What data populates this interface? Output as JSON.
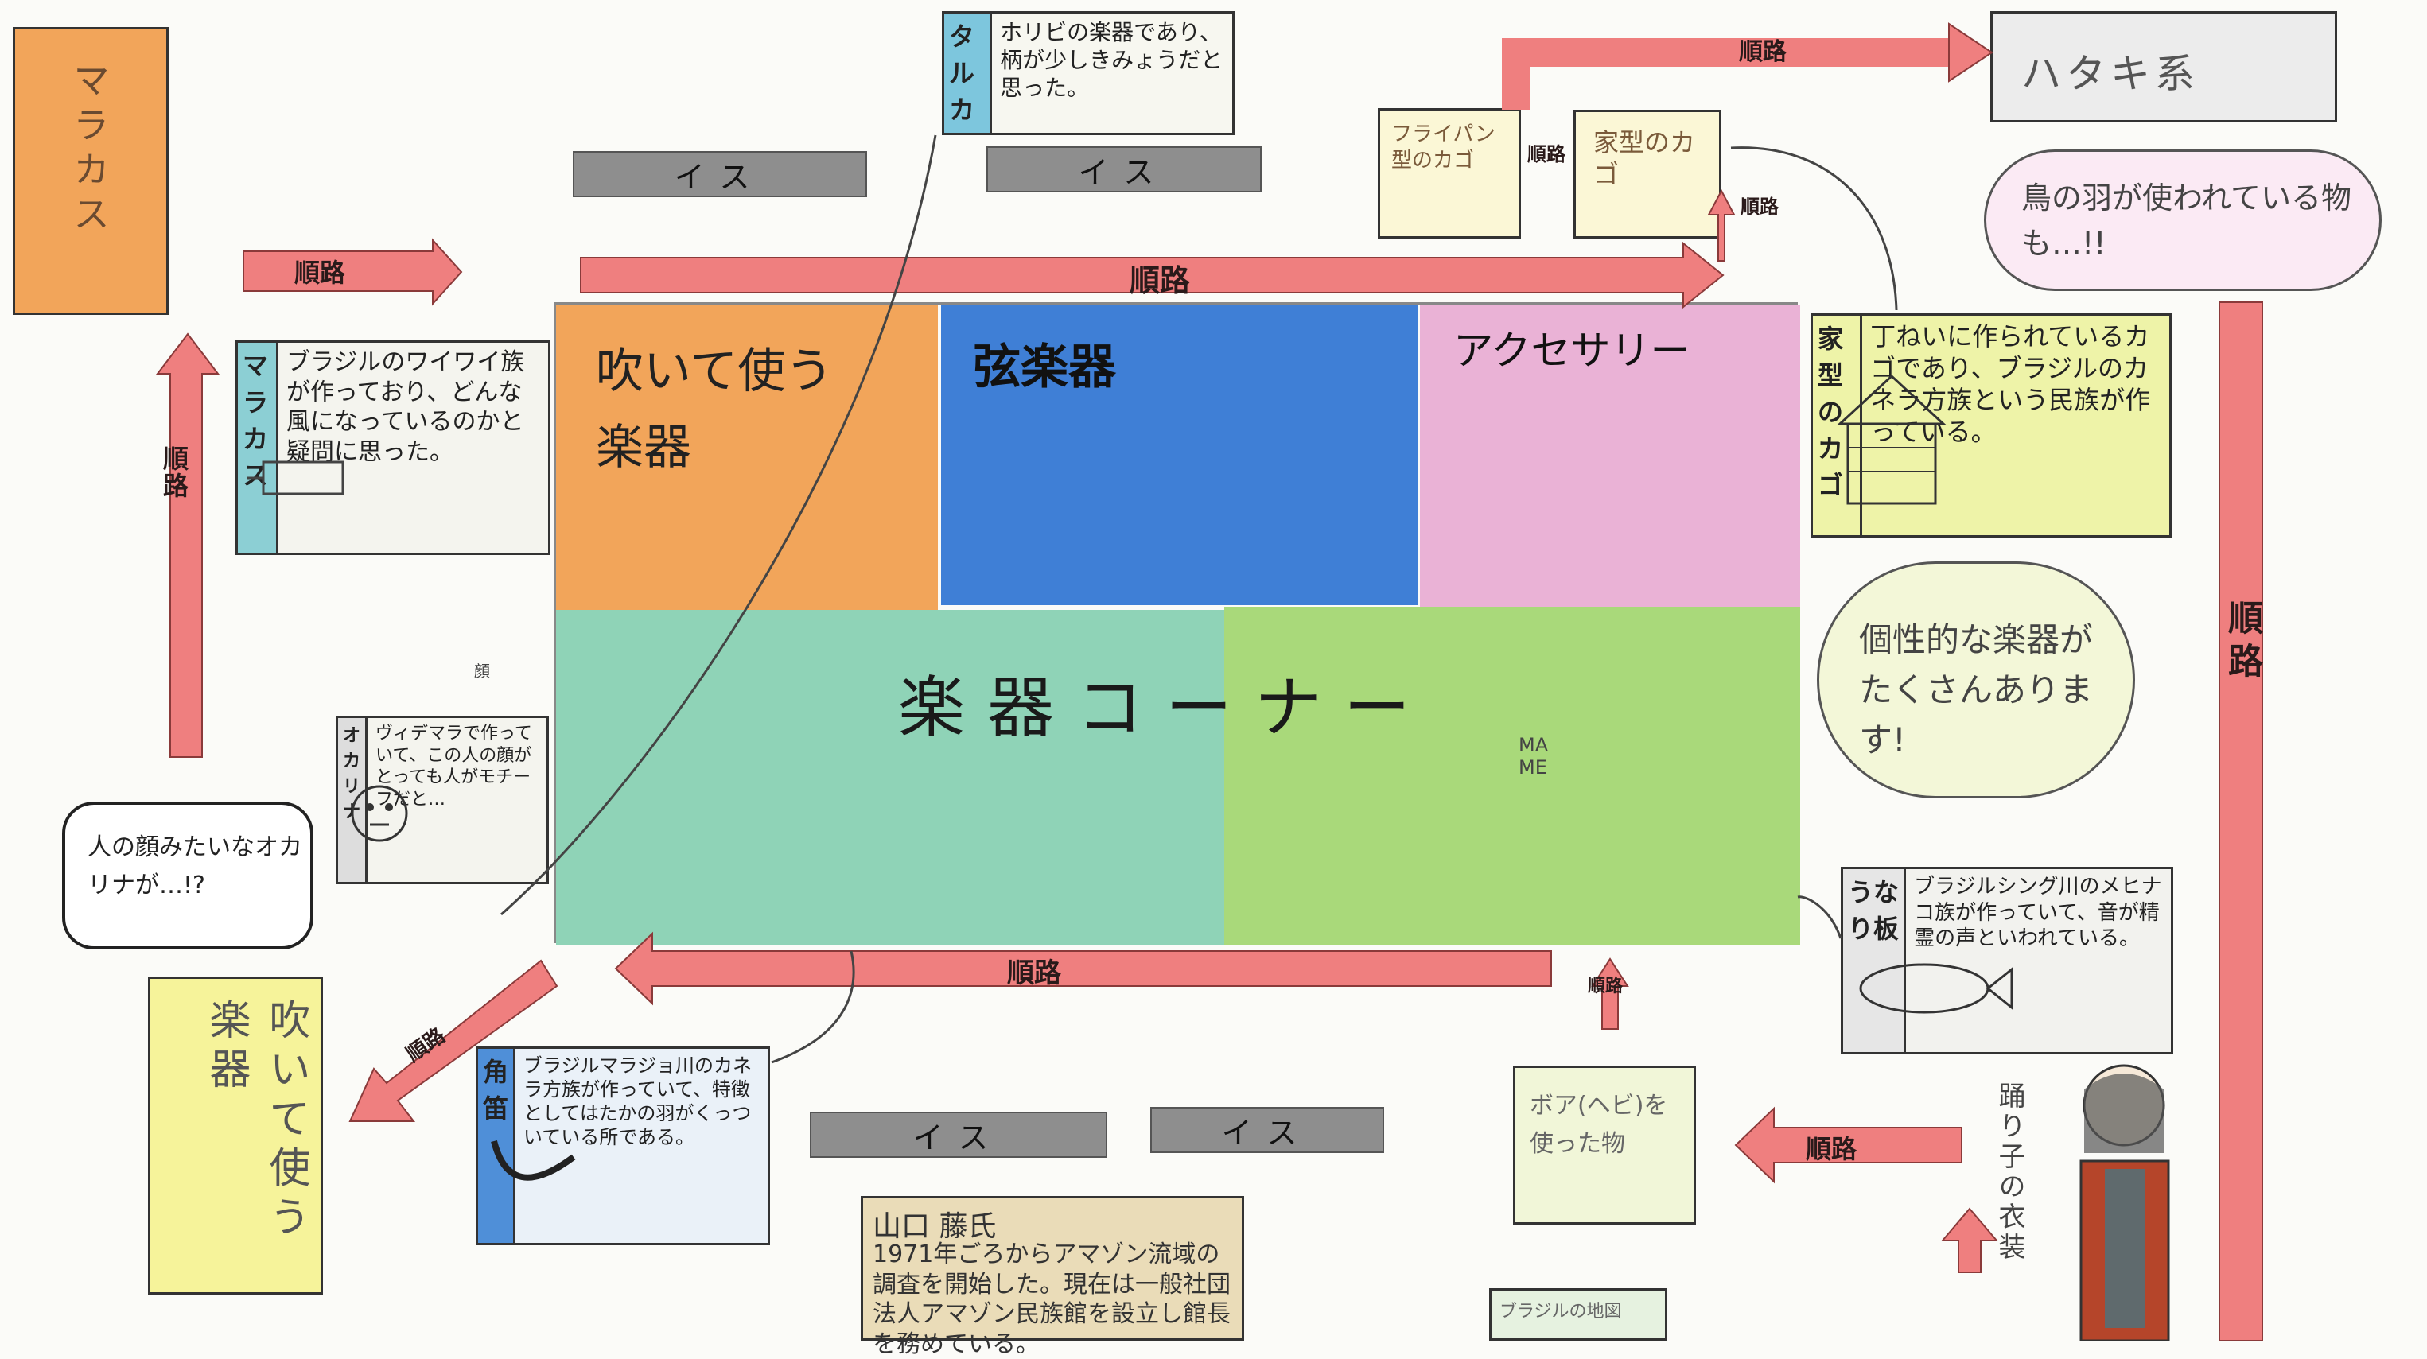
{
  "colors": {
    "orange": "#f2a55a",
    "blue": "#3f7fd6",
    "pink": "#eab2d6",
    "teal": "#8fd3b7",
    "green": "#a9d97a",
    "arrow": "#ef7f7f",
    "bench": "#8e8e8e",
    "yellow": "#f6f39a",
    "lightblue": "#7dc6dd"
  },
  "route_label": "順路",
  "route_label_short": "順",
  "top_left_box": "マラカス",
  "top_right_box": "ハタキ系",
  "top_center_panel": {
    "title": "タルカ",
    "text": "ホリビの楽器であり、柄が少しきみょうだと思った。"
  },
  "benches": {
    "top_left": "イス",
    "top_center": "イス",
    "bottom_left": "イス",
    "bottom_right": "イス"
  },
  "baskets": {
    "frypan": "フライパン型のカゴ",
    "house": "家型のカゴ"
  },
  "feather_bubble": "鳥の羽が使われている物も…!!",
  "corner": {
    "title": "楽器コーナー",
    "blow": "吹いて使う楽器",
    "string": "弦楽器",
    "accessory": "アクセサリー",
    "mame": "MA ME"
  },
  "house_basket_panel": {
    "title": "家型のカゴ",
    "text": "丁ねいに作られているカゴであり、ブラジルのカネラ方族という民族が作っている。"
  },
  "maracas_panel": {
    "title": "マラカス",
    "text": "ブラジルのワイワイ族が作っており、どんな風になっているのかと疑問に思った。"
  },
  "unique_bubble": "個性的な楽器がたくさんあります!",
  "ocarina_panel": {
    "title": "オカリナ",
    "note": "顔",
    "text": "ヴィデマラで作っていて、この人の顔がとっても人がモチーフだと…"
  },
  "face_bubble": "人の顔みたいなオカリナが…!?",
  "blow_box": "吹いて使う楽器",
  "horn_panel": {
    "title": "角笛",
    "text": "ブラジルマラジョ川のカネラ方族が作っていて、特徴としてはたかの羽がくっついている所である。"
  },
  "bullroarer_panel": {
    "title": "うなり板",
    "text": "ブラジルシング川のメヒナコ族が作っていて、音が精霊の声といわれている。"
  },
  "boa_box": "ボア(ヘビ)を使った物",
  "dancer_label": "踊り子の衣装",
  "yamaguchi_panel": {
    "title": "山口 藤氏",
    "text": "1971年ごろからアマゾン流域の調査を開始した。現在は一般社団法人アマゾン民族館を設立し館長を務めている。"
  },
  "map_label": "ブラジルの地図"
}
